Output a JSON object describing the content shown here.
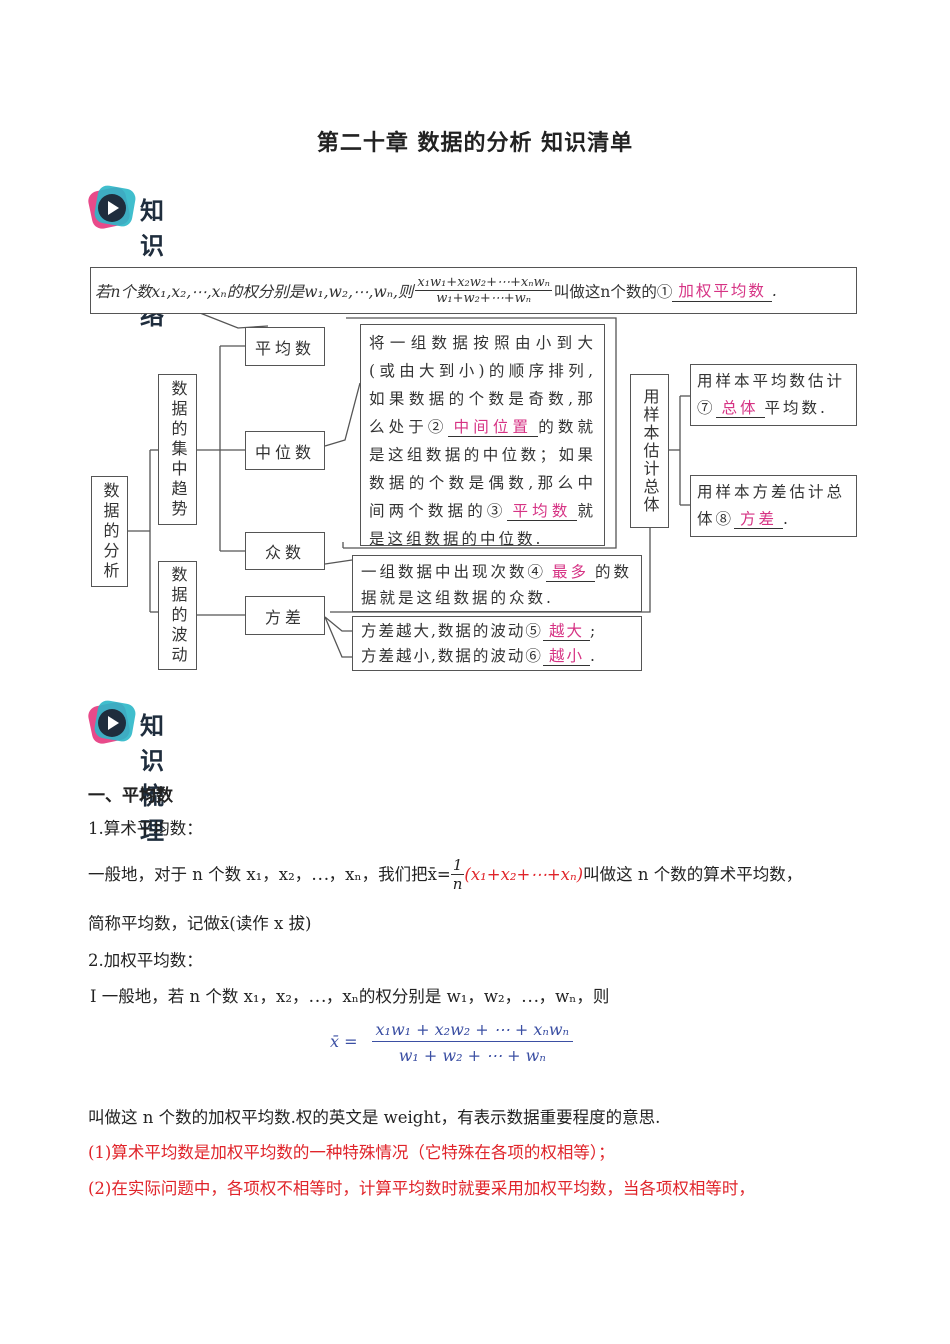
{
  "page_title": "第二十章 数据的分析 知识清单",
  "section_network": {
    "label": "知识网络"
  },
  "section_review": {
    "label": "知识梳理"
  },
  "map": {
    "top_box": {
      "prefix": "若n个数x₁,x₂,⋯,xₙ的权分别是w₁,w₂,⋯,wₙ,则",
      "num": "x₁w₁+x₂w₂+⋯+xₙwₙ",
      "den": "w₁+w₂+⋯+wₙ",
      "suffix": "叫做这n个数的①",
      "answer": "加权平均数",
      "end": "."
    },
    "root": "数据的分析",
    "branch_central": "数据的集中趋势",
    "branch_fluct": "数据的波动",
    "mean": "平均数",
    "median": "中位数",
    "mode": "众数",
    "variance": "方差",
    "median_desc_1": "将一组数据按照由小到大(或由大到小)的顺序排列,如果数据的个数是奇数,那么处于②",
    "median_ans_1": "中间位置",
    "median_desc_2": "的数就是这组数据的中位数；如果数据的个数是偶数,那么中间两个数据的③",
    "median_ans_2": "平均数",
    "median_desc_3": "就是这组数据的中位数.",
    "mode_desc_1": "一组数据中出现次数④",
    "mode_ans": "最多",
    "mode_desc_2": "的数据就是这组数据的众数.",
    "var_line1": "方差越大,数据的波动⑤",
    "var_ans1": "越大",
    "var_line1_end": ";",
    "var_line2": "方差越小,数据的波动⑥",
    "var_ans2": "越小",
    "var_line2_end": ".",
    "sample": "用样本估计总体",
    "sample_mean_1": "用样本平均数估计⑦",
    "sample_mean_ans": "总体",
    "sample_mean_2": "平均数.",
    "sample_var_1": "用样本方差估计总体⑧",
    "sample_var_ans": "方差",
    "sample_var_2": "."
  },
  "body": {
    "h1": "一、平均数",
    "s1": "1.算术平均数：",
    "p1_a": "一般地，对于 n 个数 x₁，x₂，⋯，xₙ，我们把x̄=",
    "p1_frac_num": "1",
    "p1_frac_den": "n",
    "p1_expr": "(x₁+x₂+⋯+xₙ)",
    "p1_b": "叫做这 n 个数的算术平均数，",
    "p2": "简称平均数，记做x̄(读作 x 拔)",
    "s2": "2.加权平均数：",
    "p3": "I 一般地，若 n 个数 x₁，x₂，⋯，xₙ的权分别是 w₁，w₂，⋯，wₙ，则",
    "formula_lhs": "x̄  =",
    "formula_num": "x₁w₁  +  x₂w₂  +  ⋯  +  xₙwₙ",
    "formula_den": "w₁  +  w₂  +  ⋯  +  wₙ",
    "p4": "叫做这 n 个数的加权平均数.权的英文是 weight，有表示数据重要程度的意思.",
    "p5": "(1)算术平均数是加权平均数的一种特殊情况（它特殊在各项的权相等）；",
    "p6": "(2)在实际问题中，各项权不相等时，计算平均数时就要采用加权平均数，当各项权相等时，"
  },
  "colors": {
    "answer": "#d63384",
    "red_note": "#e0242a",
    "formula": "#3b4fa3"
  }
}
